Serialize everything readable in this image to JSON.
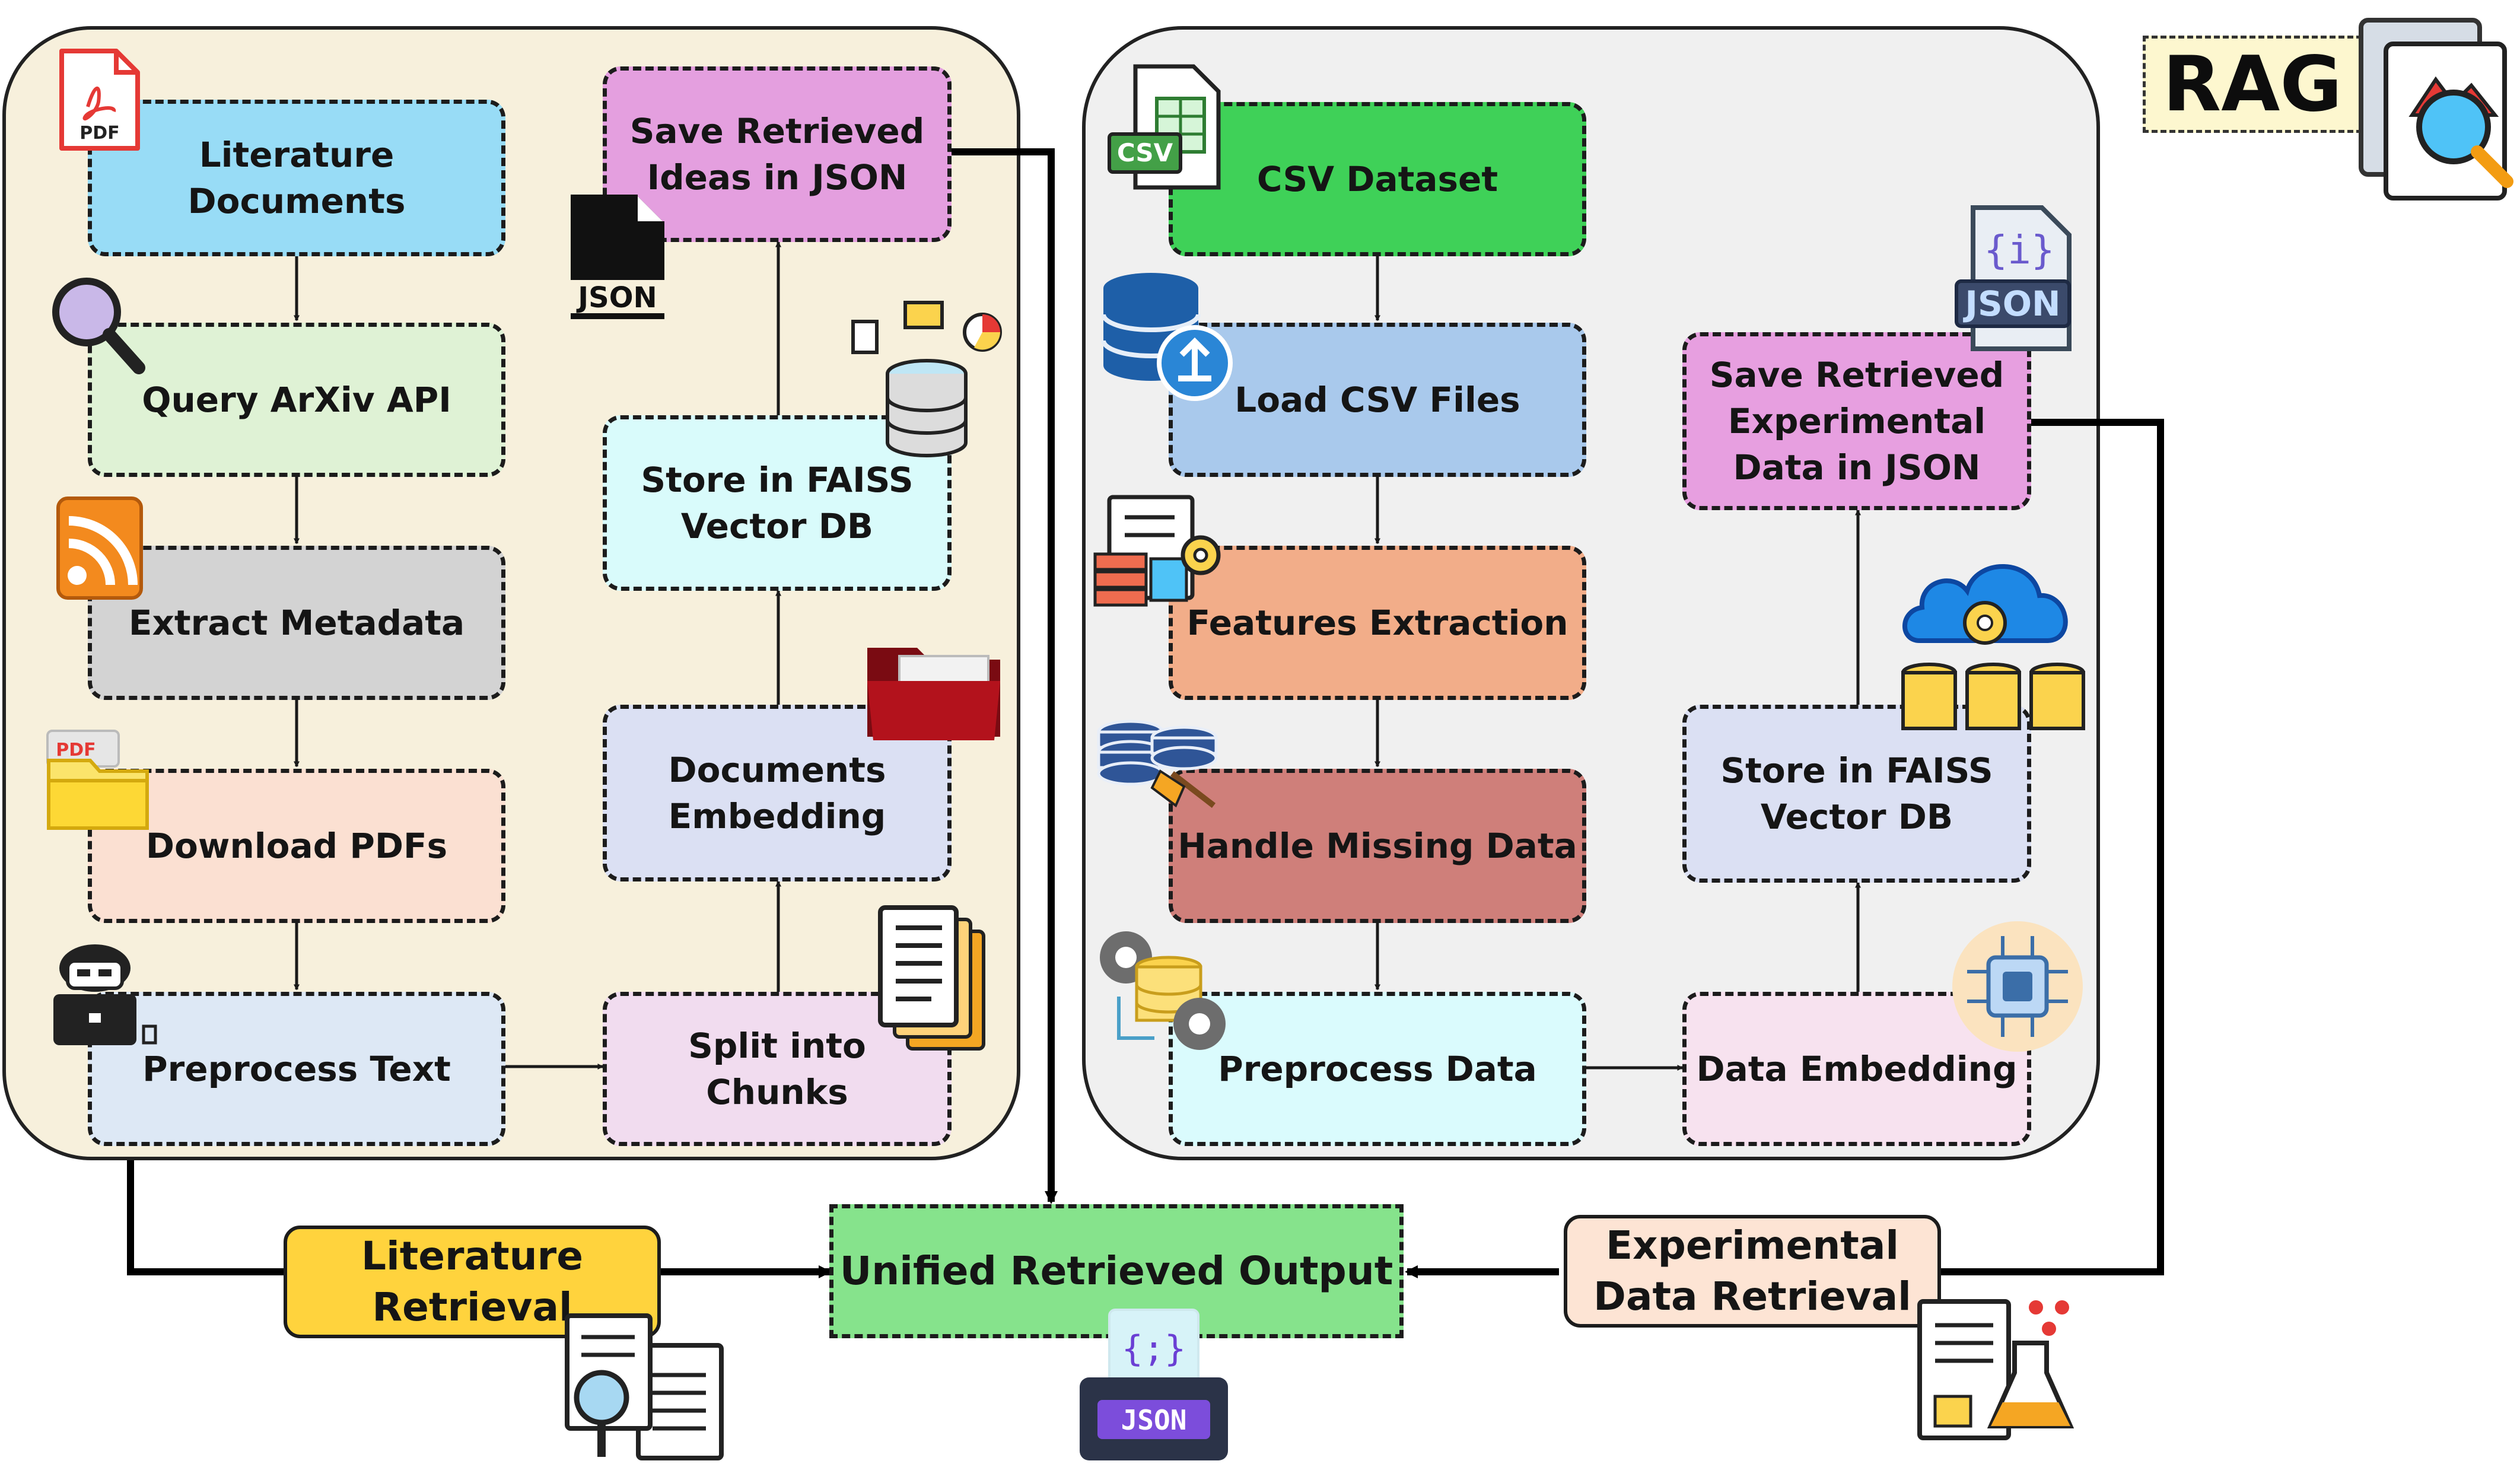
{
  "badge": "RAG",
  "literature_pipeline": {
    "steps": [
      "Literature\nDocuments",
      "Query ArXiv API",
      "Extract Metadata",
      "Download PDFs",
      "Preprocess Text",
      "Split into\nChunks",
      "Documents\nEmbedding",
      "Store in FAISS\nVector DB",
      "Save Retrieved\nIdeas in JSON"
    ]
  },
  "experimental_pipeline": {
    "steps": [
      "CSV Dataset",
      "Load CSV Files",
      "Features Extraction",
      "Handle Missing Data",
      "Preprocess Data",
      "Data Embedding",
      "Store in FAISS\nVector DB",
      "Save Retrieved\nExperimental\nData in JSON"
    ]
  },
  "outputs": {
    "literature_retrieval": "Literature\nRetrieval",
    "unified_output": "Unified Retrieved Output",
    "experimental_retrieval": "Experimental\nData Retrieval"
  },
  "icon_labels": {
    "pdf": "PDF",
    "json_file": "JSON",
    "csv": "CSV",
    "json_doc": "JSON",
    "json_doc_glyph": "{i}",
    "pdf_folder": "PDF",
    "json_printer": "JSON",
    "json_printer_glyph": "{;}"
  },
  "colors": {
    "literature_documents": "#98dcf6",
    "query_arxiv": "#dff2d5",
    "extract_metadata": "#d3d3d3",
    "download_pdfs": "#fbe0d2",
    "preprocess_text": "#dde8f5",
    "split_chunks": "#f1dcef",
    "documents_embedding": "#dbe0f3",
    "store_faiss_lit": "#d9fbfb",
    "save_ideas_json": "#e49fdf",
    "csv_dataset": "#3fd158",
    "load_csv": "#a9c9ec",
    "features_extraction": "#f2ad89",
    "handle_missing": "#cf7f7a",
    "preprocess_data": "#dafbfd",
    "data_embedding": "#f7e2ef",
    "store_faiss_exp": "#dbe0f3",
    "save_exp_json": "#e79fe0",
    "literature_retrieval": "#ffd33d",
    "unified_output": "#86e38c",
    "experimental_retrieval": "#fde4d4"
  }
}
